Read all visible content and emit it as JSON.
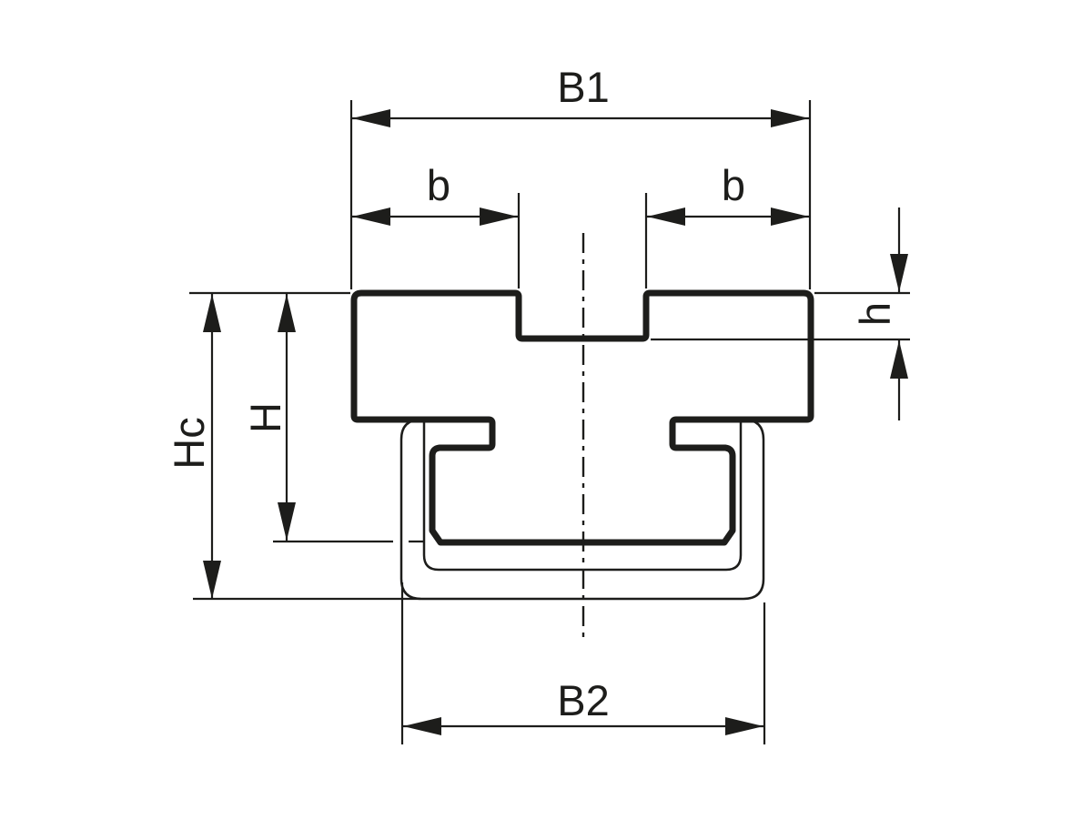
{
  "drawing": {
    "kind": "profile-cross-section-dimension-drawing"
  },
  "dimensions": {
    "b1": {
      "label": "B1"
    },
    "b_left": {
      "label": "b"
    },
    "b_right": {
      "label": "b"
    },
    "h_small": {
      "label": "h"
    },
    "hc": {
      "label": "Hc"
    },
    "h_height": {
      "label": "H"
    },
    "b2": {
      "label": "B2"
    }
  },
  "colors": {
    "line": "#1d1d1b",
    "background": "#ffffff"
  }
}
